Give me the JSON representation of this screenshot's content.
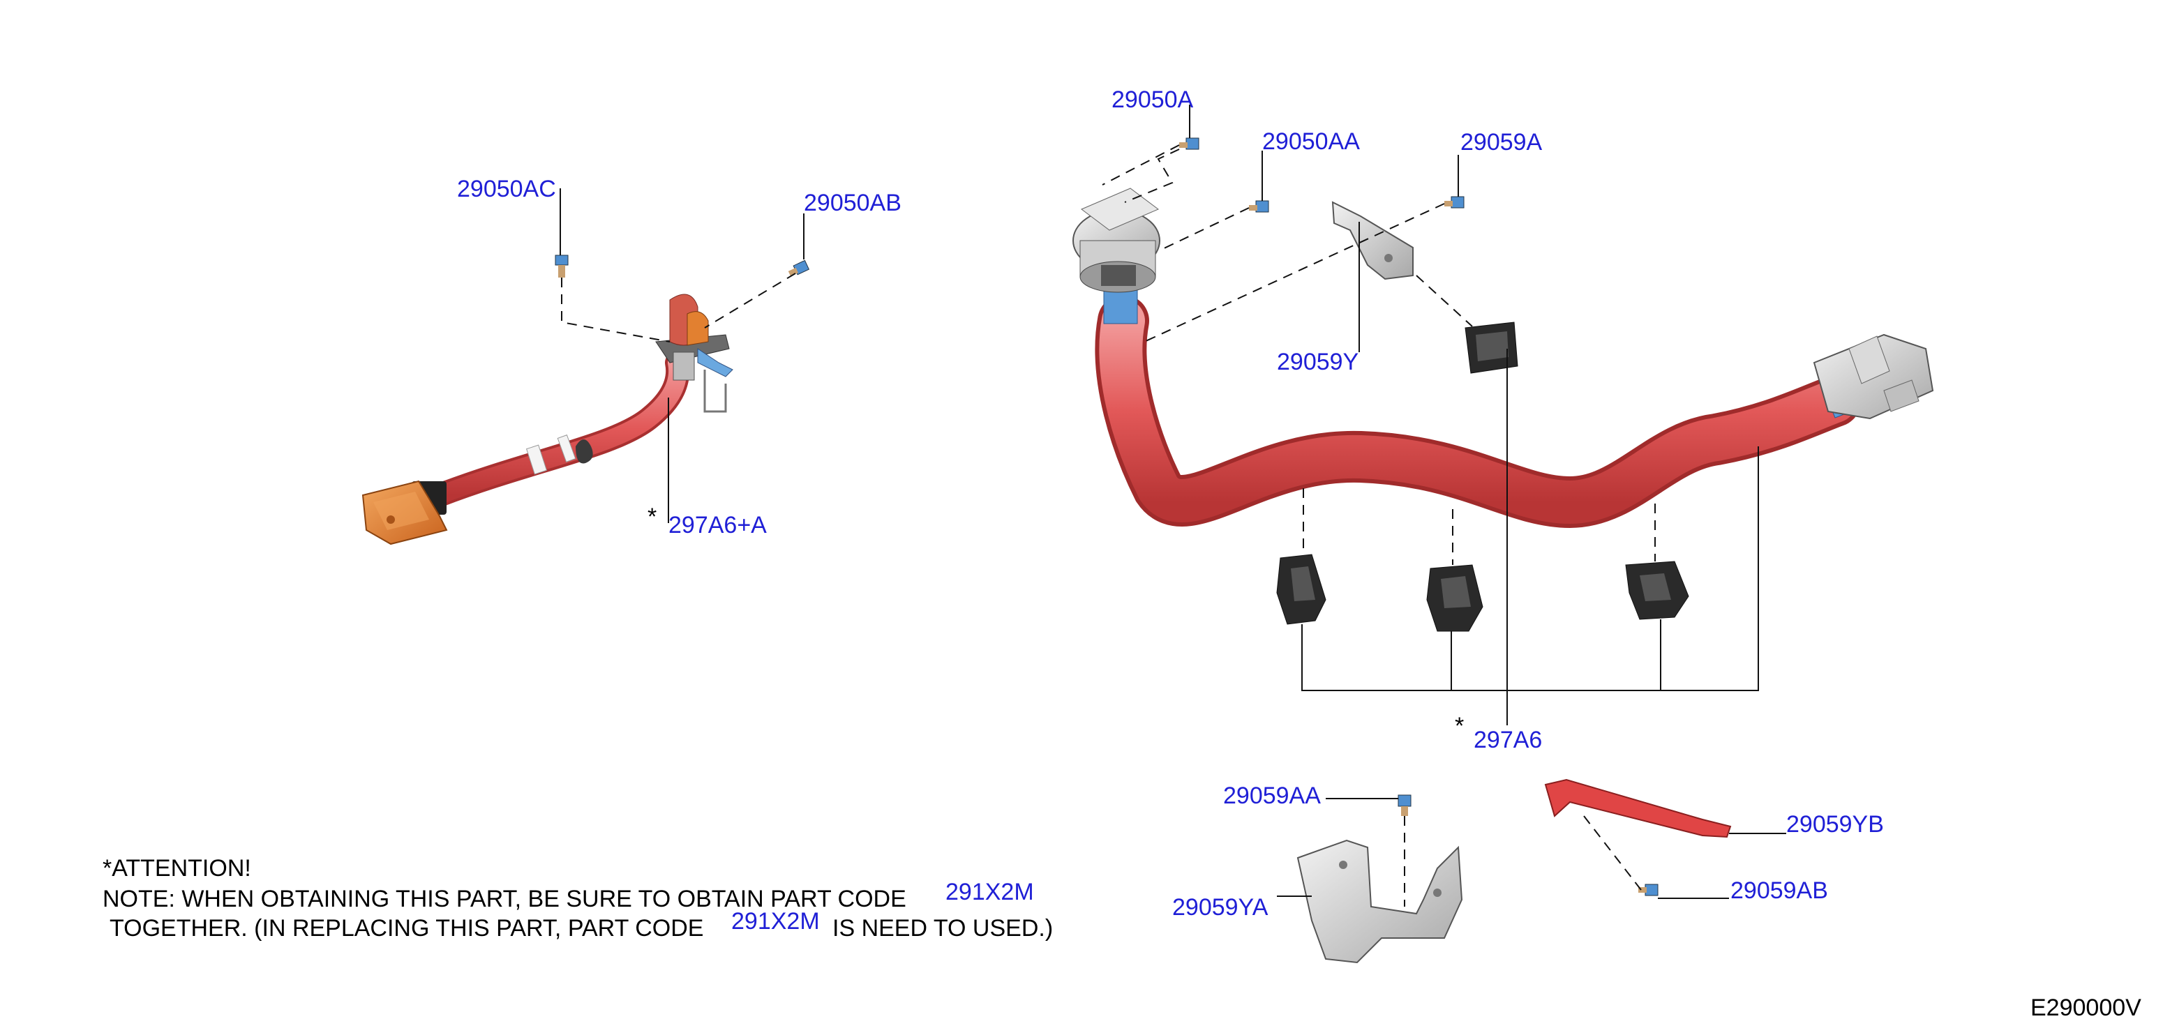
{
  "diagram": {
    "figure_id": "E290000V",
    "callouts": {
      "c29050AC": "29050AC",
      "c29050AB": "29050AB",
      "c297A6A": "297A6+A",
      "c29050A": "29050A",
      "c29050AA": "29050AA",
      "c29059A": "29059A",
      "c29059Y": "29059Y",
      "c297A6": "297A6",
      "c29059AA": "29059AA",
      "c29059YA": "29059YA",
      "c29059YB": "29059YB",
      "c29059AB": "29059AB"
    },
    "asterisk": "*",
    "note": {
      "attention": "*ATTENTION!",
      "line1_prefix": "NOTE: WHEN OBTAINING THIS PART, BE SURE TO OBTAIN PART CODE",
      "line1_code": "291X2M",
      "line2_prefix": "TOGETHER. (IN REPLACING THIS PART, PART CODE",
      "line2_code": "291X2M",
      "line2_suffix": "IS NEED TO USED.)"
    },
    "colors": {
      "callout": "#1f1fd6",
      "cable": "#e15a5a",
      "connector_orange": "#e07a2a",
      "clamp_black": "#2a2a2a",
      "bracket_gray": "#c8c8c8",
      "bracket_red": "#e24a4a",
      "bolt_blue": "#5aa0e0"
    }
  }
}
